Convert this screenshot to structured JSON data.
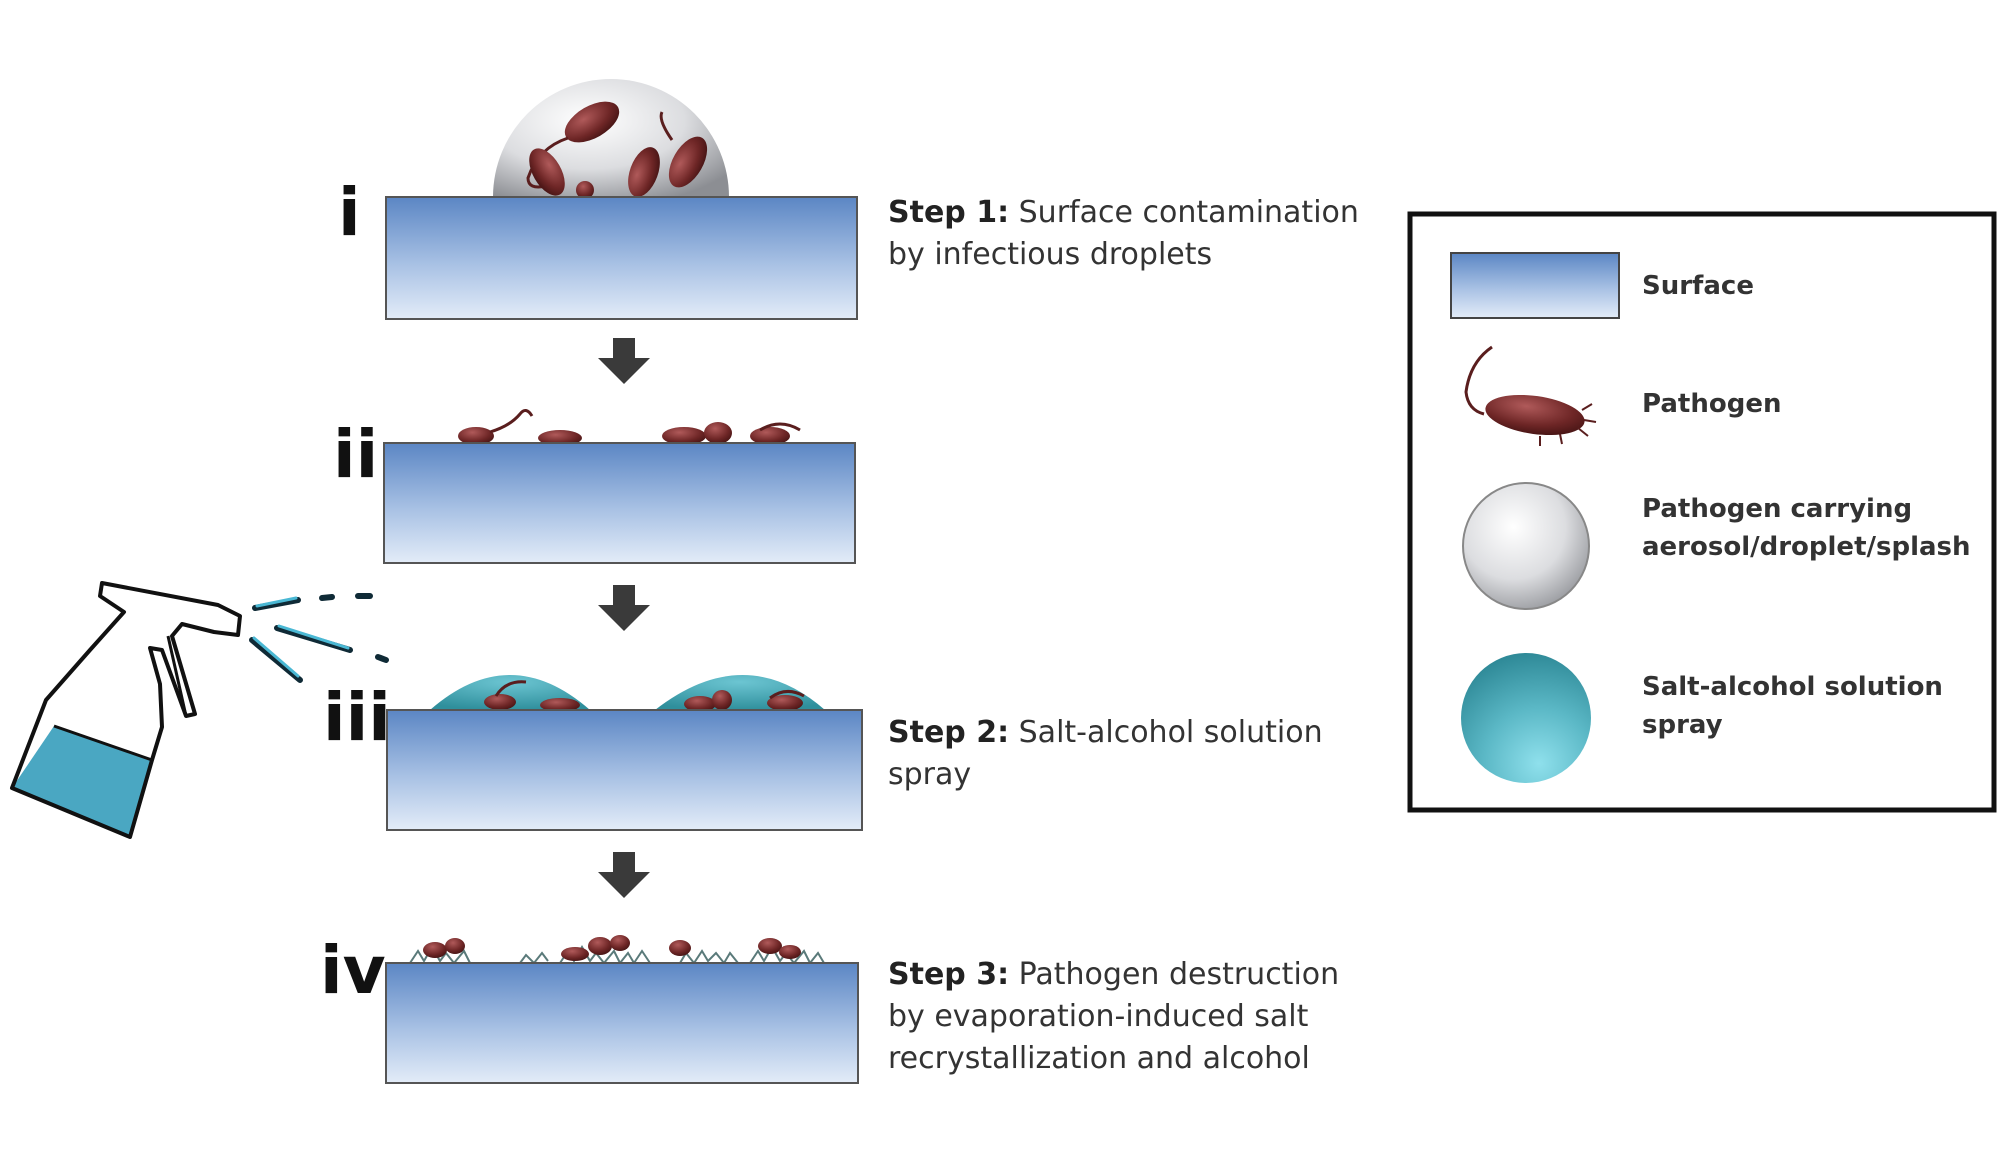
{
  "step_numbers": [
    "i",
    "ii",
    "iii",
    "iv"
  ],
  "steps": [
    {
      "title": "Step 1:",
      "line1": "Surface contamination",
      "line2": "by infectious droplets"
    },
    {
      "title": "Step 2:",
      "line1": "Salt-alcohol solution",
      "line2": "spray"
    },
    {
      "title": "Step 3:",
      "line1": "Pathogen destruction",
      "line2": "by evaporation-induced salt",
      "line3": "recrystallization and alcohol"
    }
  ],
  "legend": {
    "surface": "Surface",
    "pathogen": "Pathogen",
    "droplet_line1": "Pathogen carrying",
    "droplet_line2": "aerosol/droplet/splash",
    "spray_line1": "Salt-alcohol solution",
    "spray_line2": "spray"
  },
  "colors": {
    "surface_top": "#5b86c4",
    "surface_bottom": "#dfe9f6",
    "pathogen": "#6e2626",
    "droplet": "#d9d9dc",
    "solution": "#4aaab8",
    "bottle_liquid": "#4aa7c2",
    "arrow": "#3a3a3a"
  },
  "icons": [
    "spray-bottle-icon",
    "down-arrow-icon",
    "pathogen-icon",
    "droplet-sphere-icon",
    "solution-sphere-icon"
  ]
}
